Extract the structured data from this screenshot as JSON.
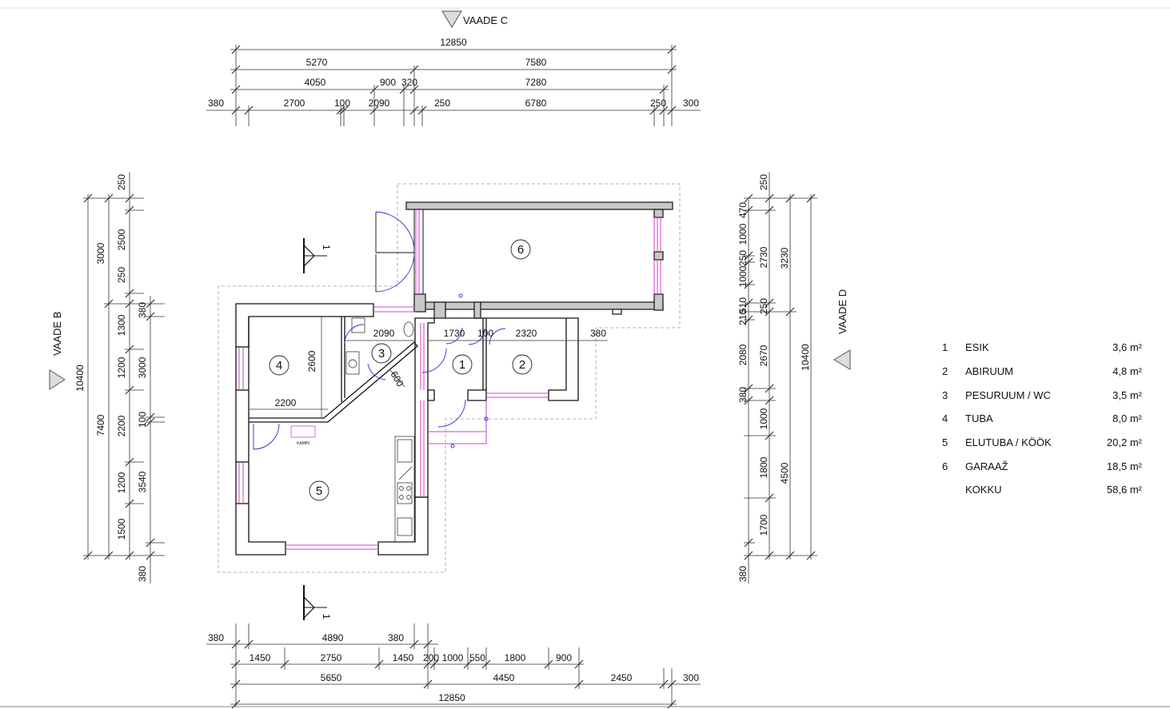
{
  "views": {
    "c": "VAADE  C",
    "b": "VAADE  B",
    "d": "VAADE  D"
  },
  "room_numbers": [
    "6",
    "4",
    "3",
    "1",
    "2",
    "5"
  ],
  "fireplace_label": "KAMIN",
  "section_marker": "1",
  "top_dims": {
    "row1": [
      "12850"
    ],
    "row2": [
      "5270",
      "7580"
    ],
    "row3": [
      "4050",
      "900",
      "320",
      "7280"
    ],
    "row4": [
      "380",
      "2700",
      "100",
      "2090",
      "250",
      "6780",
      "250",
      "300"
    ]
  },
  "bottom_dims": {
    "row1": [
      "380",
      "4890",
      "380"
    ],
    "row2": [
      "1450",
      "2750",
      "1450",
      "200",
      "1000",
      "550",
      "1800",
      "900"
    ],
    "row3": [
      "5650",
      "4450",
      "2450",
      "300"
    ],
    "row4": [
      "12850"
    ]
  },
  "left_dims": {
    "outer": [
      "10400"
    ],
    "mid": [
      "3000",
      "7400"
    ],
    "inner": [
      "250",
      "2500",
      "250",
      "1300",
      "1200",
      "2200",
      "1200",
      "1500"
    ],
    "near": [
      "380",
      "3000",
      "100",
      "3540",
      "380"
    ]
  },
  "right_dims": {
    "outer": [
      "10400"
    ],
    "mid": [
      "3230",
      "4500"
    ],
    "inner": [
      "250",
      "2730",
      "250",
      "2670",
      "1000",
      "1800",
      "1700"
    ],
    "near": [
      "470",
      "1000",
      "250",
      "1000",
      "510",
      "210",
      "2080",
      "380",
      "380"
    ]
  },
  "interior_dims": [
    "2090",
    "1730",
    "100",
    "2320",
    "380",
    "2600",
    "2200",
    "600"
  ],
  "legend": [
    {
      "num": "1",
      "name": "ESIK",
      "area": "3,6 m²"
    },
    {
      "num": "2",
      "name": "ABIRUUM",
      "area": "4,8 m²"
    },
    {
      "num": "3",
      "name": "PESURUUM / WC",
      "area": "3,5 m²"
    },
    {
      "num": "4",
      "name": "TUBA",
      "area": "8,0 m²"
    },
    {
      "num": "5",
      "name": "ELUTUBA / KÖÖK",
      "area": "20,2 m²"
    },
    {
      "num": "6",
      "name": "GARAAŽ",
      "area": "18,5 m²"
    },
    {
      "num": "",
      "name": "KOKKU",
      "area": "58,6 m²"
    }
  ],
  "colors": {
    "wall": "#1a1a1a",
    "garage_wall_fill": "#c8c8c8",
    "window": "#d63cd6",
    "door": "#2b2bd6",
    "dim_line": "#333333",
    "outline_dashed": "#9a9a9a"
  }
}
